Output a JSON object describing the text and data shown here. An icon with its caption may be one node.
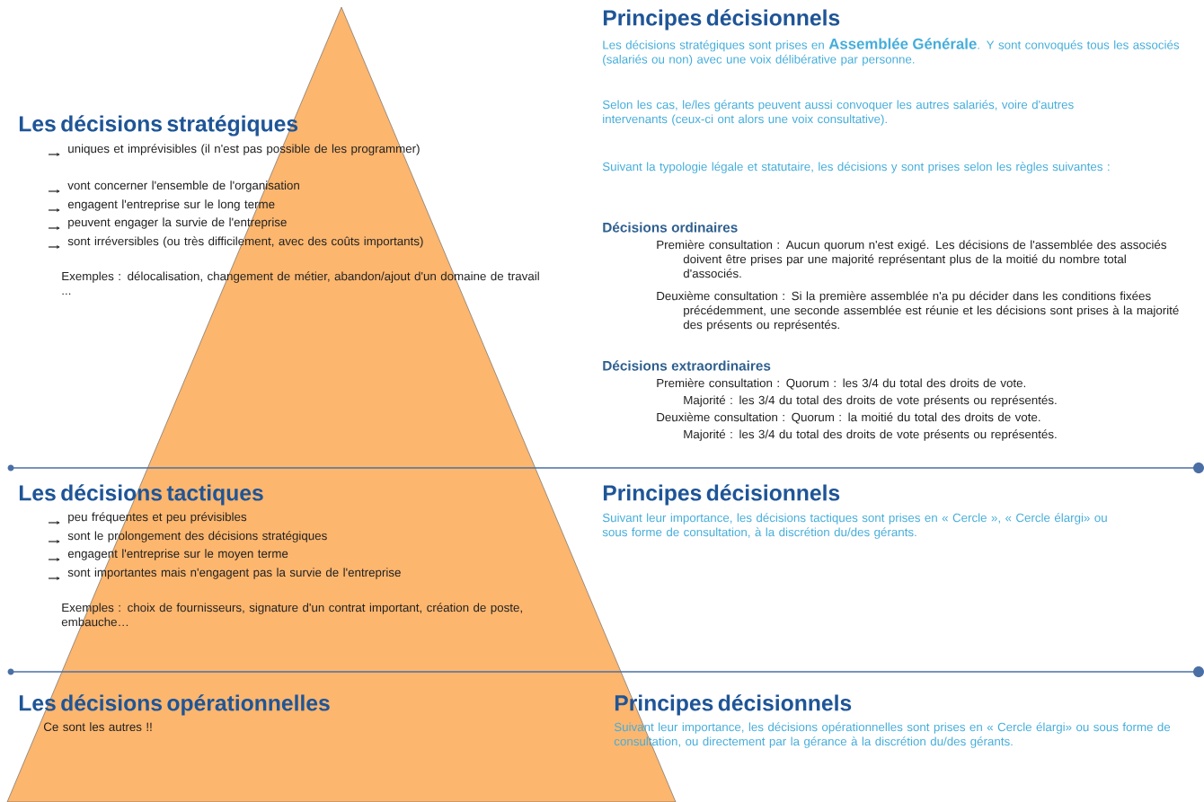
{
  "diagram": {
    "labels": [
      "Les décisions stratégiques",
      "uniques et imprévisibles (il n'est pas possible de les programmer)",
      "vont concerner l'ensemble de l'organisation",
      "engagent l'entreprise sur le long terme",
      "peuvent engager la survie de l'entreprise",
      "sont irréversibles (ou très difficilement, avec des coûts importants)",
      "Exemples : délocalisation, changement de métier, abandon/ajout d'un domaine de travail ...",
      "Principes décisionnels",
      "Les décisions stratégiques sont prises en **Assemblée Générale**. Y sont convoqués tous les associés (salariés ou non) avec une voix délibérative par personne.",
      "Selon les cas, le/les gérants peuvent aussi convoquer les autres salariés, voire d'autres intervenants (ceux-ci ont alors une voix consultative).",
      "Suivant la typologie légale et statutaire, les décisions y sont prises selon les règles suivantes :",
      "Décisions ordinaires",
      "Première consultation : Aucun quorum n'est exigé. Les décisions de l'assemblée des associés doivent être prises par une majorité représentant plus de la moitié du nombre total d'associés.",
      "Deuxième consultation : Si la première assemblée n'a pu décider dans les conditions fixées précédemment, une seconde assemblée est réunie et les décisions sont prises à la majorité des présents ou représentés.",
      "Décisions extraordinaires",
      "Première consultation : Quorum : les 3/4 du total des droits de vote.",
      "Majorité : les 3/4 du total des droits de vote présents ou représentés.",
      "Deuxième consultation : Quorum : la moitié du total des droits de vote.",
      "Majorité : les 3/4 du total des droits de vote présents ou représentés.",
      "Les décisions tactiques",
      "peu fréquentes et peu prévisibles",
      "sont le prolongement des décisions stratégiques",
      "engagent l'entreprise sur le moyen terme",
      "sont importantes mais n'engagent pas la survie de l'entreprise",
      "Exemples : choix de fournisseurs, signature d'un contrat important, création de poste, embauche…",
      "Principes décisionnels",
      "Suivant leur importance, les décisions tactiques sont prises en « Cercle », « Cercle élargi» ou sous forme de consultation, à la discrétion du/des gérants.",
      "Les décisions opérationnelles",
      "Ce sont les autres !!",
      "Principes décisionnels",
      "Suivant leur importance, les décisions opérationnelles sont prises en « Cercle élargi» ou sous forme de consultation, ou directement par la gérance à la discrétion du/des gérants."
    ]
  }
}
